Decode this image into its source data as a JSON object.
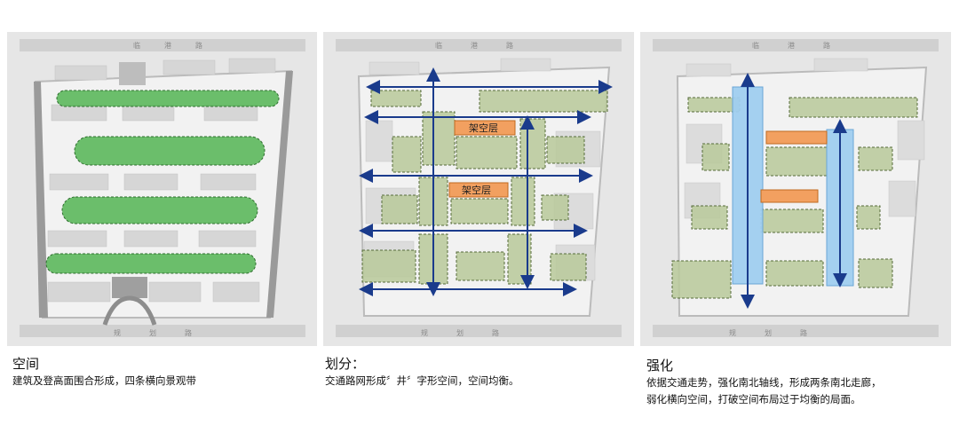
{
  "panels": [
    {
      "title": "空间",
      "text": [
        "建筑及登高面围合形成，四条横向景观带"
      ],
      "road_labels": [
        "临",
        "港",
        "路",
        "规",
        "划",
        "路"
      ]
    },
    {
      "title": "划分：",
      "text": [
        "交通路网形成〞井〞字形空间，空间均衡。"
      ],
      "road_labels": [
        "临",
        "港",
        "路",
        "规",
        "划",
        "路"
      ],
      "tags": [
        "架空层",
        "架空层"
      ]
    },
    {
      "title": "强化",
      "text": [
        "依据交通走势，强化南北轴线，形成两条南北走廊，",
        "弱化横向空间，打破空间布局过于均衡的局面。"
      ],
      "road_labels": [
        "临",
        "港",
        "路",
        "规",
        "划",
        "路"
      ]
    }
  ],
  "colors": {
    "panel_bg": "#e6e6e6",
    "site": "#f2f2f2",
    "building": "#d8d8d8",
    "road": "#b9b9b9",
    "green_band": "#5cb85c",
    "block_fill": "#b8c99a",
    "arrow": "#1a3b8c",
    "tag_orange": "#f2a060",
    "corridor_blue": "#9fcdef"
  }
}
